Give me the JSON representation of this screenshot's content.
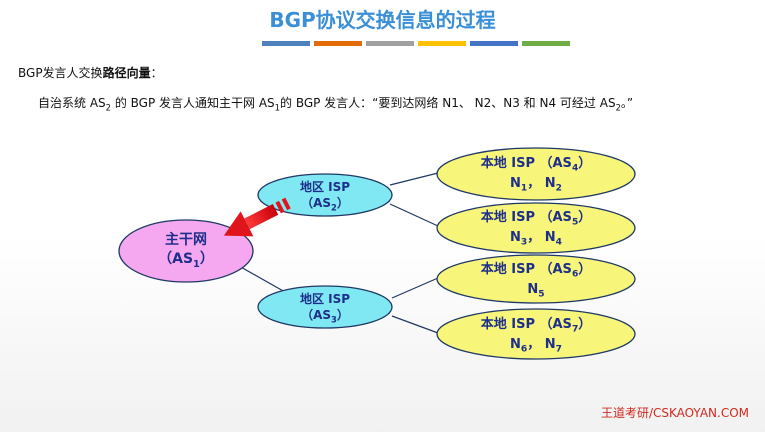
{
  "title": "BGP协议交换信息的过程",
  "title_bar_colors": [
    "#4f81bd",
    "#e36c09",
    "#a0a0a0",
    "#ffc000",
    "#4472c4",
    "#70ad47"
  ],
  "heading": {
    "prefix": "BGP发言人交换",
    "bold": "路径向量",
    "suffix": "："
  },
  "sentence": {
    "p1": "自治系统 AS",
    "sub1": "2",
    "p2": " 的 BGP 发言人通知主干网 AS",
    "sub2": "1",
    "p3": "的 BGP 发言人：“要到达网络 N1、 N2、N3 和 N4 可经过 AS",
    "sub3": "2",
    "p4": "。”"
  },
  "nodes": {
    "backbone": {
      "line1": "主干网",
      "open": "（AS",
      "sub": "1",
      "close": "）",
      "fill": "#f5a8ef"
    },
    "region2": {
      "line1": "地区 ISP",
      "open": "（AS",
      "sub": "2",
      "close": "）",
      "fill": "#7fe8f2"
    },
    "region3": {
      "line1": "地区 ISP",
      "open": "（AS",
      "sub": "3",
      "close": "）",
      "fill": "#7fe8f2"
    },
    "local4": {
      "line1": "本地 ISP （AS",
      "sub": "4",
      "close": "）",
      "n1": "N",
      "n1sub": "1",
      "sep": "，  ",
      "n2": "N",
      "n2sub": "2",
      "fill": "#f7f57a"
    },
    "local5": {
      "line1": "本地 ISP （AS",
      "sub": "5",
      "close": "）",
      "n1": "N",
      "n1sub": "3",
      "sep": "，  ",
      "n2": "N",
      "n2sub": "4",
      "fill": "#f7f57a"
    },
    "local6": {
      "line1": "本地 ISP （AS",
      "sub": "6",
      "close": "）",
      "n1": "N",
      "n1sub": "5",
      "fill": "#f7f57a"
    },
    "local7": {
      "line1": "本地 ISP （AS",
      "sub": "7",
      "close": "）",
      "n1": "N",
      "n1sub": "6",
      "sep": "，  ",
      "n2": "N",
      "n2sub": "7",
      "fill": "#f7f57a"
    }
  },
  "arrow_color": "#e0151b",
  "footer": "王道考研/CSKAOYAN.COM"
}
